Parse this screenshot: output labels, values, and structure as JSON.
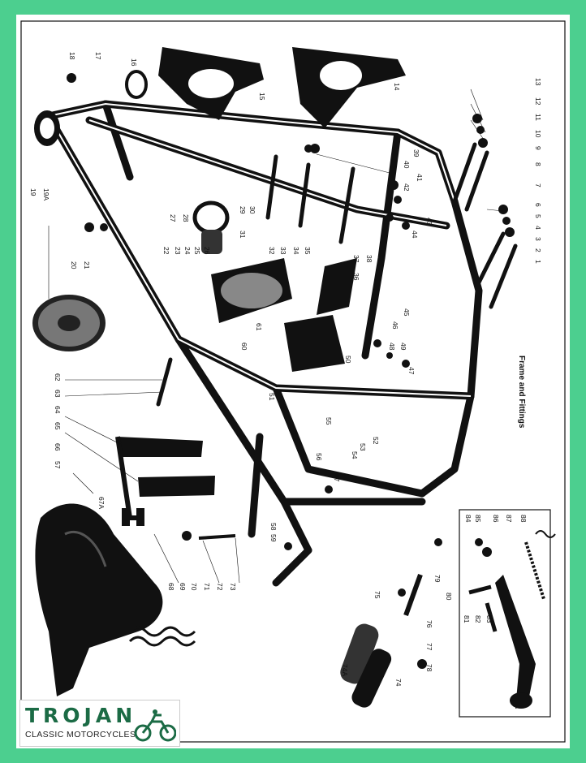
{
  "diagram": {
    "title": "Frame and Fittings",
    "part_numbers": [
      "1",
      "2",
      "3",
      "4",
      "5",
      "6",
      "7",
      "8",
      "9",
      "10",
      "11",
      "12",
      "13",
      "14",
      "15",
      "16",
      "17",
      "18",
      "19",
      "19A",
      "20",
      "21",
      "22",
      "23",
      "24",
      "25",
      "26",
      "27",
      "28",
      "29",
      "30",
      "31",
      "32",
      "33",
      "34",
      "35",
      "36",
      "37",
      "38",
      "39",
      "40",
      "41",
      "42",
      "43",
      "44",
      "45",
      "46",
      "47",
      "48",
      "49",
      "50",
      "51",
      "52",
      "53",
      "54",
      "55",
      "56",
      "57",
      "58",
      "59",
      "60",
      "61",
      "62",
      "63",
      "64",
      "65",
      "66",
      "67",
      "67A",
      "68",
      "69",
      "70",
      "71",
      "72",
      "73",
      "74",
      "74A",
      "75",
      "76",
      "77",
      "78",
      "79",
      "80",
      "81",
      "82",
      "83",
      "84",
      "85",
      "86",
      "87",
      "88"
    ]
  },
  "logo": {
    "name": "TROJAN",
    "tagline": "CLASSIC MOTORCYCLES",
    "mark": "motorcycle-icon"
  },
  "colors": {
    "border": "#4ccf8f",
    "ink": "#111111",
    "brand": "#1b6b45"
  }
}
